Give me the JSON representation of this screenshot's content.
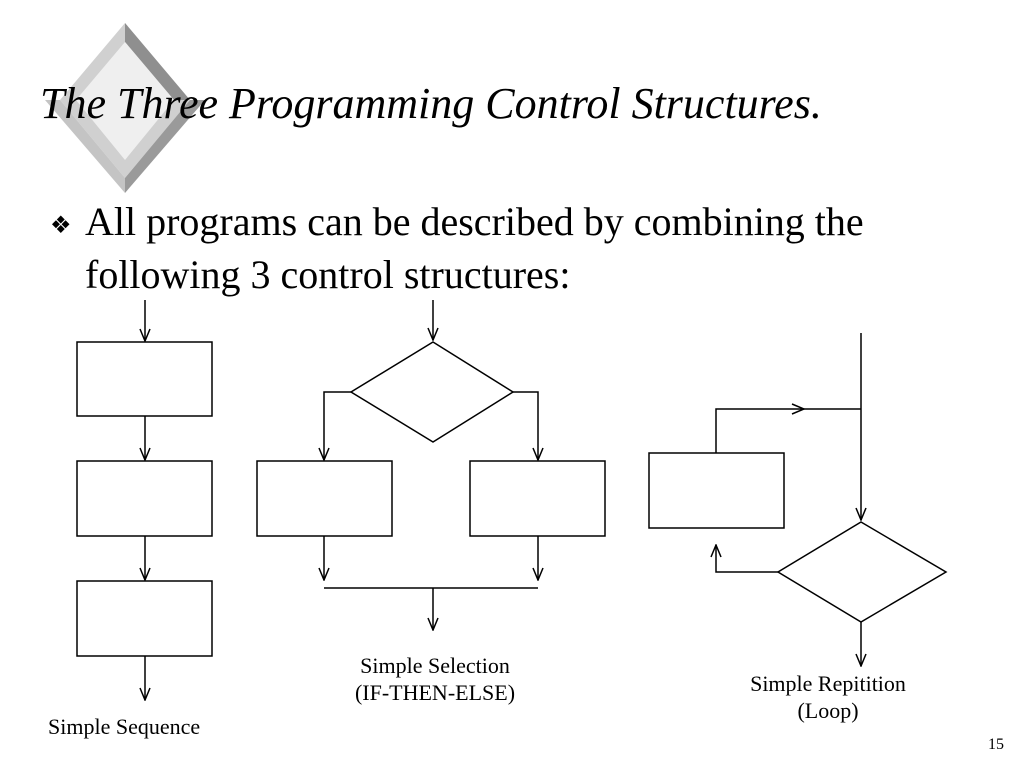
{
  "slide": {
    "title": "The Three Programming  Control Structures.",
    "bullet_text": "All programs can be described by combining the following 3 control structures:",
    "bullet_icon": "diamond-bullet-icon",
    "number": "15"
  },
  "diagrams": {
    "sequence": {
      "caption": "Simple Sequence"
    },
    "selection": {
      "caption_line1": "Simple Selection",
      "caption_line2": "(IF-THEN-ELSE)"
    },
    "repetition": {
      "caption_line1": "Simple Repitition",
      "caption_line2": "(Loop)"
    }
  }
}
